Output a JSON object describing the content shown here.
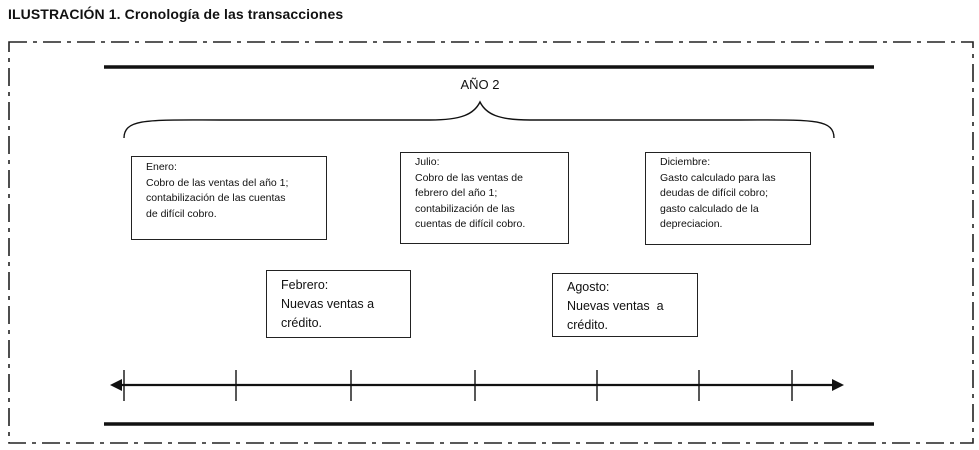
{
  "title": "ILUSTRACIÓN 1. Cronología de las transacciones",
  "year_label": "AÑO 2",
  "boxes": {
    "enero": {
      "heading": "Enero:",
      "lines": [
        "Cobro de las ventas del año 1;",
        "contabilización de las cuentas",
        "de difícil cobro."
      ]
    },
    "julio": {
      "heading": "Julio:",
      "lines": [
        "Cobro de las ventas de",
        "febrero del año 1;",
        "contabilización de las",
        "cuentas de difícil cobro."
      ]
    },
    "diciembre": {
      "heading": "Diciembre:",
      "lines": [
        "Gasto calculado para las",
        "deudas de difícil cobro;",
        "gasto calculado de la",
        "depreciacion."
      ]
    },
    "febrero": {
      "heading": "Febrero:",
      "lines": [
        "Nuevas ventas a",
        "crédito."
      ]
    },
    "agosto": {
      "heading": "Agosto:",
      "lines": [
        "Nuevas ventas  a",
        "crédito."
      ]
    }
  },
  "colors": {
    "ink": "#111111",
    "background": "#ffffff"
  }
}
